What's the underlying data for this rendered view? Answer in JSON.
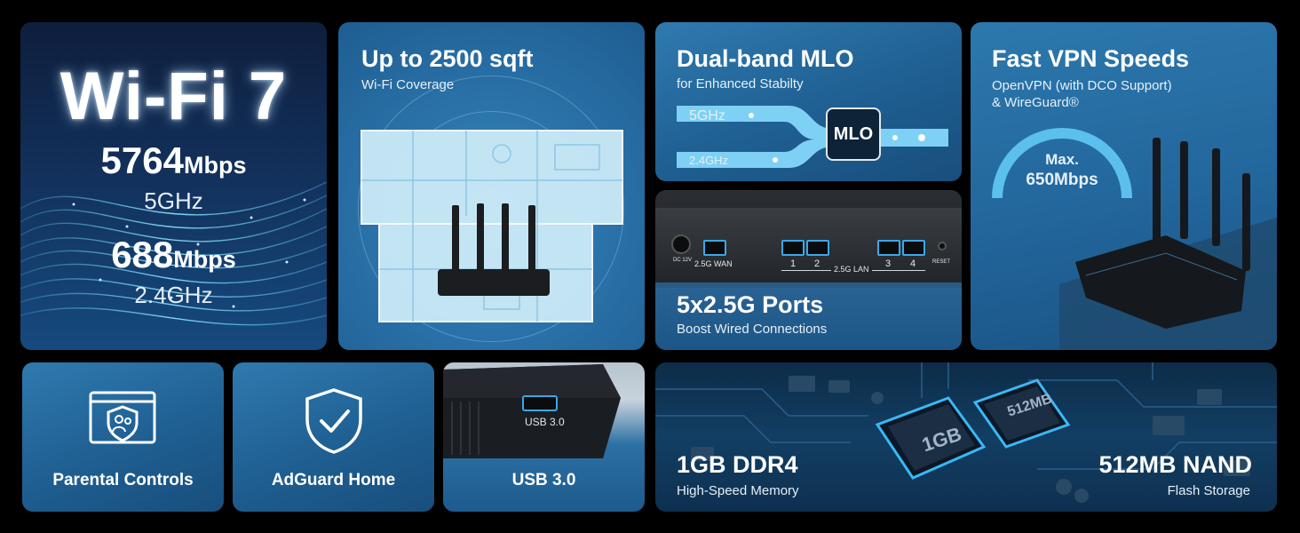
{
  "wifi": {
    "title": "Wi-Fi 7",
    "speed1_num": "5764",
    "speed1_unit": "Mbps",
    "band1": "5GHz",
    "speed2_num": "688",
    "speed2_unit": "Mbps",
    "band2": "2.4GHz"
  },
  "coverage": {
    "title": "Up to 2500 sqft",
    "subtitle": "Wi-Fi Coverage"
  },
  "mlo": {
    "title": "Dual-band MLO",
    "subtitle": "for Enhanced Stabilty",
    "band_high": "5GHz",
    "band_low": "2.4GHz",
    "box_label": "MLO"
  },
  "ports": {
    "title": "5x2.5G Ports",
    "subtitle": "Boost Wired Connections",
    "dc_label": "DC 12V",
    "wan_label": "2.5G WAN",
    "lan_label": "2.5G LAN",
    "lan_numbers": [
      "1",
      "2",
      "3",
      "4"
    ],
    "reset_label": "RESET"
  },
  "vpn": {
    "title": "Fast VPN Speeds",
    "subtitle_line1": "OpenVPN (with DCO Support)",
    "subtitle_line2": "& WireGuard®",
    "gauge_label": "Max.",
    "gauge_value": "650Mbps"
  },
  "parental": {
    "label": "Parental Controls"
  },
  "adguard": {
    "label": "AdGuard Home"
  },
  "usb": {
    "label": "USB 3.0",
    "port_label": "USB 3.0"
  },
  "memory": {
    "ram_title": "1GB DDR4",
    "ram_sub": "High-Speed Memory",
    "ram_chip": "1GB",
    "nand_title": "512MB NAND",
    "nand_sub": "Flash Storage",
    "nand_chip": "512MB"
  },
  "colors": {
    "accent_blue": "#2f7ab0",
    "light_blue": "#7fd0f5",
    "background": "#000000"
  }
}
